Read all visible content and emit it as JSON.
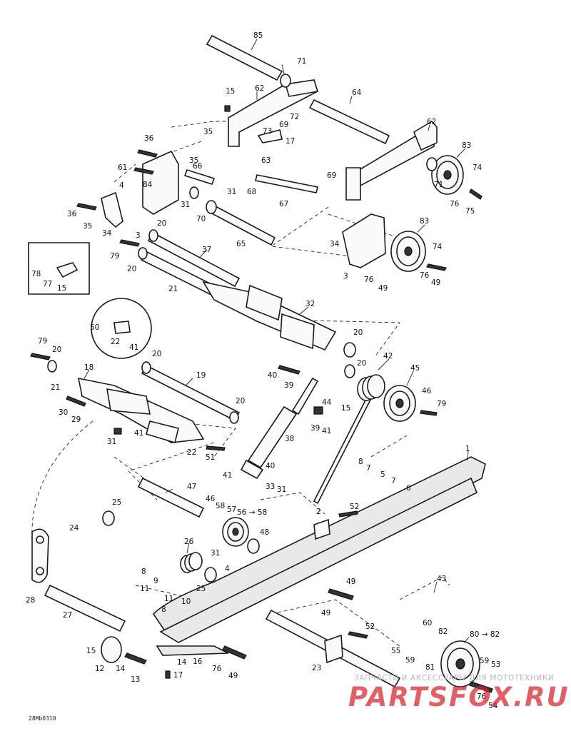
{
  "diagram": {
    "document_code": "28Mb0310",
    "watermark": {
      "caption": "ЗАПЧАСТИ И АКСЕССУАРЫ ДЛЯ МОТОТЕХНИКИ",
      "logo_text": "PARTSFOX.RU"
    },
    "callouts": [
      "1",
      "2",
      "3",
      "4",
      "5",
      "6",
      "7",
      "8",
      "9",
      "10",
      "11",
      "12",
      "13",
      "14",
      "15",
      "16",
      "17",
      "18",
      "19",
      "20",
      "21",
      "22",
      "23",
      "24",
      "25",
      "26",
      "27",
      "28",
      "29",
      "30",
      "31",
      "32",
      "33",
      "34",
      "35",
      "36",
      "37",
      "38",
      "39",
      "40",
      "41",
      "42",
      "43",
      "44",
      "45",
      "46",
      "47",
      "48",
      "49",
      "50",
      "51",
      "52",
      "53",
      "54",
      "55",
      "56",
      "57",
      "58",
      "59",
      "60",
      "61",
      "62",
      "63",
      "64",
      "65",
      "66",
      "67",
      "68",
      "69",
      "70",
      "71",
      "72",
      "73",
      "74",
      "75",
      "76",
      "77",
      "78",
      "79",
      "80",
      "81",
      "82",
      "83",
      "84",
      "85"
    ],
    "ranges": [
      "56 → 58",
      "80 → 82"
    ]
  }
}
